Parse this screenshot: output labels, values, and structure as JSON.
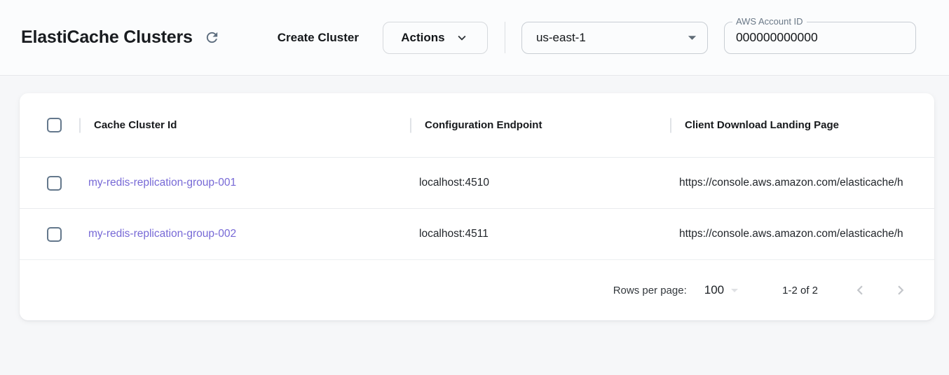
{
  "header": {
    "title": "ElastiCache Clusters",
    "create_cluster_label": "Create Cluster",
    "actions_label": "Actions",
    "region": {
      "value": "us-east-1"
    },
    "account_id": {
      "label": "AWS Account ID",
      "value": "000000000000"
    }
  },
  "table": {
    "columns": [
      {
        "label": "Cache Cluster Id"
      },
      {
        "label": "Configuration Endpoint"
      },
      {
        "label": "Client Download Landing Page"
      }
    ],
    "rows": [
      {
        "id": "my-redis-replication-group-001",
        "endpoint": "localhost:4510",
        "landing_page": "https://console.aws.amazon.com/elasticache/h"
      },
      {
        "id": "my-redis-replication-group-002",
        "endpoint": "localhost:4511",
        "landing_page": "https://console.aws.amazon.com/elasticache/h"
      }
    ],
    "pagination": {
      "rows_per_page_label": "Rows per page:",
      "rows_per_page_value": "100",
      "range": "1-2 of 2"
    }
  },
  "icons": {
    "refresh": "refresh-icon",
    "actions_caret": "chevron-down-icon",
    "region_caret": "arrow-drop-down-icon",
    "rows_per_page_caret": "arrow-drop-down-icon",
    "previous_page": "chevron-left-icon",
    "next_page": "chevron-right-icon"
  },
  "colors": {
    "link": "#7769d6",
    "checkbox_border": "#64788c",
    "topbar_background": "#fbfcfd",
    "page_background": "#f6f7f9",
    "card_background": "#ffffff"
  }
}
